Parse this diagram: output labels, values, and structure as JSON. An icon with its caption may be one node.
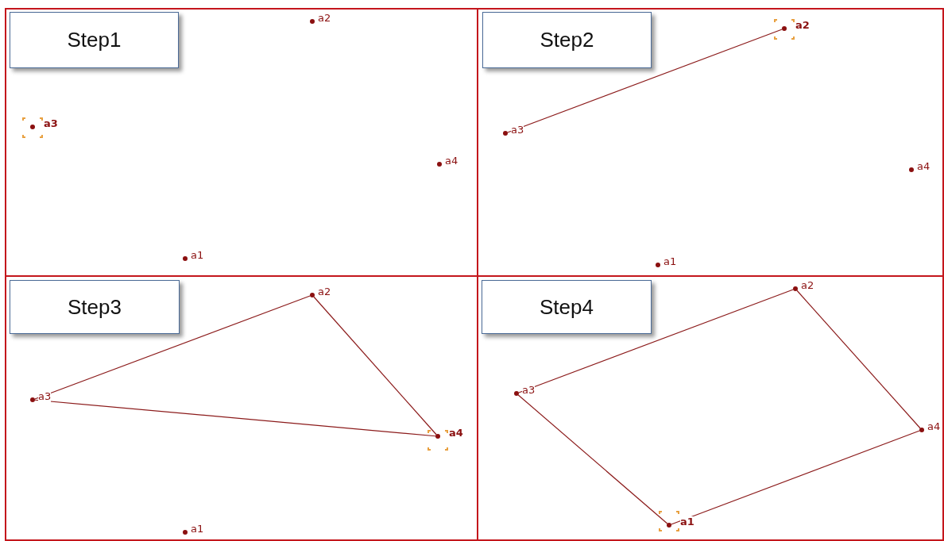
{
  "diagram": {
    "nodes": [
      {
        "text": [],
        "shape": "box"
      },
      {
        "text": [
          "Step1"
        ],
        "in": 0
      },
      {
        "text": [],
        "shape": "circle",
        "beside": [
          "a2"
        ],
        "in": 0
      },
      {
        "text": [],
        "shape": "box",
        "in": 0
      },
      {
        "text": [],
        "shape": "circle",
        "beside": [
          "a3"
        ],
        "in": 3
      },
      {
        "text": [],
        "shape": "circle",
        "beside": [
          "a4"
        ],
        "in": 0
      },
      {
        "text": [],
        "shape": "circle",
        "beside": [
          "a1"
        ],
        "in": 0
      },
      {
        "text": [],
        "shape": "box"
      },
      {
        "text": [
          "Step2"
        ],
        "in": 7
      },
      {
        "text": [],
        "shape": "box",
        "in": 7
      },
      {
        "text": [],
        "shape": "circle",
        "beside": [
          "a2"
        ],
        "in": 9
      },
      {
        "text": [],
        "shape": "circle",
        "beside": [
          "a3"
        ],
        "in": 7
      },
      {
        "text": [],
        "shape": "circle",
        "beside": [
          "a4"
        ],
        "in": 7
      },
      {
        "text": [],
        "shape": "circle",
        "beside": [
          "a1"
        ],
        "in": 7
      },
      {
        "text": [],
        "shape": "box"
      },
      {
        "text": [
          "Step3"
        ],
        "in": 14
      },
      {
        "text": [],
        "shape": "circle",
        "beside": [
          "a2"
        ],
        "in": 14
      },
      {
        "text": [],
        "shape": "circle",
        "beside": [
          "a3"
        ],
        "in": 14
      },
      {
        "text": [],
        "shape": "box",
        "in": 14
      },
      {
        "text": [],
        "shape": "circle",
        "beside": [
          "a4"
        ],
        "in": 18
      },
      {
        "text": [],
        "shape": "circle",
        "beside": [
          "a1"
        ],
        "in": 14
      },
      {
        "text": [],
        "shape": "box"
      },
      {
        "text": [
          "Step4"
        ],
        "in": 21
      },
      {
        "text": [],
        "shape": "circle",
        "beside": [
          "a2"
        ],
        "in": 21
      },
      {
        "text": [],
        "shape": "circle",
        "beside": [
          "a3"
        ],
        "in": 21
      },
      {
        "text": [],
        "shape": "circle",
        "beside": [
          "a4"
        ],
        "in": 21
      },
      {
        "text": [],
        "shape": "box",
        "in": 21
      },
      {
        "text": [],
        "shape": "circle",
        "beside": [
          "a1"
        ],
        "in": 26
      }
    ],
    "edges": [
      {
        "from": 11,
        "to": 10,
        "arrow": "none"
      },
      {
        "from": 17,
        "to": 16,
        "arrow": "none"
      },
      {
        "from": 16,
        "to": 19,
        "arrow": "none"
      },
      {
        "from": 17,
        "to": 19,
        "arrow": "none"
      },
      {
        "from": 24,
        "to": 23,
        "arrow": "none"
      },
      {
        "from": 23,
        "to": 25,
        "arrow": "none"
      },
      {
        "from": 25,
        "to": 27,
        "arrow": "none"
      },
      {
        "from": 27,
        "to": 24,
        "arrow": "none"
      }
    ]
  }
}
